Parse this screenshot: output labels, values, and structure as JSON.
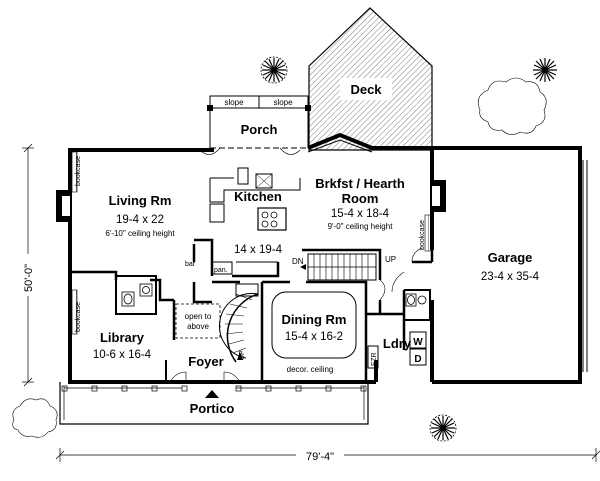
{
  "rooms": {
    "deck": {
      "name": "Deck"
    },
    "porch": {
      "name": "Porch"
    },
    "slope_left": "slope",
    "slope_right": "slope",
    "living": {
      "name": "Living Rm",
      "size": "19-4 x 22",
      "note": "6'-10\" ceiling height"
    },
    "kitchen": {
      "name": "Kitchen",
      "size": "14 x 19-4"
    },
    "brkfst": {
      "name_line1": "Brkfst / Hearth",
      "name_line2": "Room",
      "size": "15-4 x 18-4",
      "note": "9'-0\" ceiling height"
    },
    "garage": {
      "name": "Garage",
      "size": "23-4 x 35-4"
    },
    "library": {
      "name": "Library",
      "size": "10-6 x 16-4"
    },
    "foyer": {
      "name": "Foyer",
      "note_line1": "open to",
      "note_line2": "above"
    },
    "dining": {
      "name": "Dining Rm",
      "size": "15-4 x 16-2",
      "note": "decor. ceiling"
    },
    "laundry": {
      "name": "Ldry"
    },
    "portico": {
      "name": "Portico"
    }
  },
  "labels": {
    "bookcase_top": "bookcase",
    "bookcase_bottom": "bookcase",
    "bookcase_right": "bookcase",
    "bar": "bar",
    "pantry": "pan.",
    "stair_dn": "DN",
    "stair_up_right": "UP",
    "stair_up_foyer": "UP",
    "washer": "W",
    "dryer": "D",
    "freezer": "FZR"
  },
  "dimensions": {
    "width": "79'-4\"",
    "depth": "50'-0\""
  }
}
